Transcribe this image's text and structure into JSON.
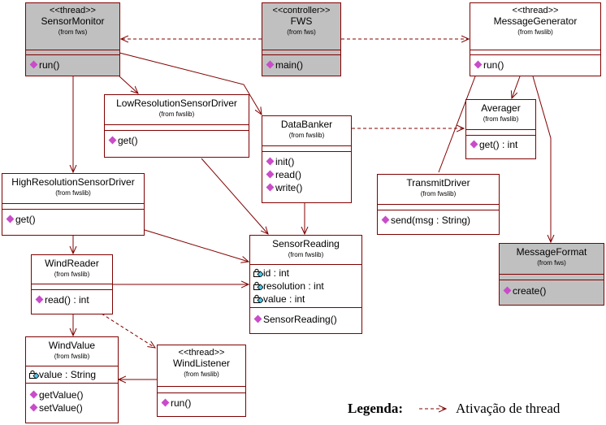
{
  "colors": {
    "border": "#800000",
    "line": "#800000",
    "grayFill": "#c0c0c0",
    "opIcon": "#c94cc9",
    "attrIcon": "#4fc8e8"
  },
  "classes": {
    "sensorMonitor": {
      "stereotype": "<<thread>>",
      "name": "SensorMonitor",
      "from": "(from fws)",
      "ops": [
        "run()"
      ]
    },
    "fws": {
      "stereotype": "<<controller>>",
      "name": "FWS",
      "from": "(from fws)",
      "ops": [
        "main()"
      ]
    },
    "messageGenerator": {
      "stereotype": "<<thread>>",
      "name": "MessageGenerator",
      "from": "(from fwslib)",
      "ops": [
        "run()"
      ]
    },
    "lowResolutionSensorDriver": {
      "name": "LowResolutionSensorDriver",
      "from": "(from fwslib)",
      "ops": [
        "get()"
      ]
    },
    "dataBanker": {
      "name": "DataBanker",
      "from": "(from fwslib)",
      "ops": [
        "init()",
        "read()",
        "write()"
      ]
    },
    "averager": {
      "name": "Averager",
      "from": "(from fwslib)",
      "ops": [
        "get() : int"
      ]
    },
    "highResolutionSensorDriver": {
      "name": "HighResolutionSensorDriver",
      "from": "(from fwslib)",
      "ops": [
        "get()"
      ]
    },
    "transmitDriver": {
      "name": "TransmitDriver",
      "from": "(from fwslib)",
      "ops": [
        "send(msg : String)"
      ]
    },
    "sensorReading": {
      "name": "SensorReading",
      "from": "(from fwslib)",
      "attrs": [
        "id : int",
        "resolution : int",
        "value : int"
      ],
      "ops": [
        "SensorReading()"
      ]
    },
    "windReader": {
      "name": "WindReader",
      "from": "(from fwslib)",
      "ops": [
        "read() : int"
      ]
    },
    "messageFormat": {
      "name": "MessageFormat",
      "from": "(from fws)",
      "ops": [
        "create()"
      ]
    },
    "windValue": {
      "name": "WindValue",
      "from": "(from fwslib)",
      "attrs": [
        "value : String"
      ],
      "ops": [
        "getValue()",
        "setValue()"
      ]
    },
    "windListener": {
      "stereotype": "<<thread>>",
      "name": "WindListener",
      "from": "(from fwslib)",
      "ops": [
        "run()"
      ]
    }
  },
  "legend": {
    "label": "Legenda:",
    "text": "Ativação de thread"
  }
}
